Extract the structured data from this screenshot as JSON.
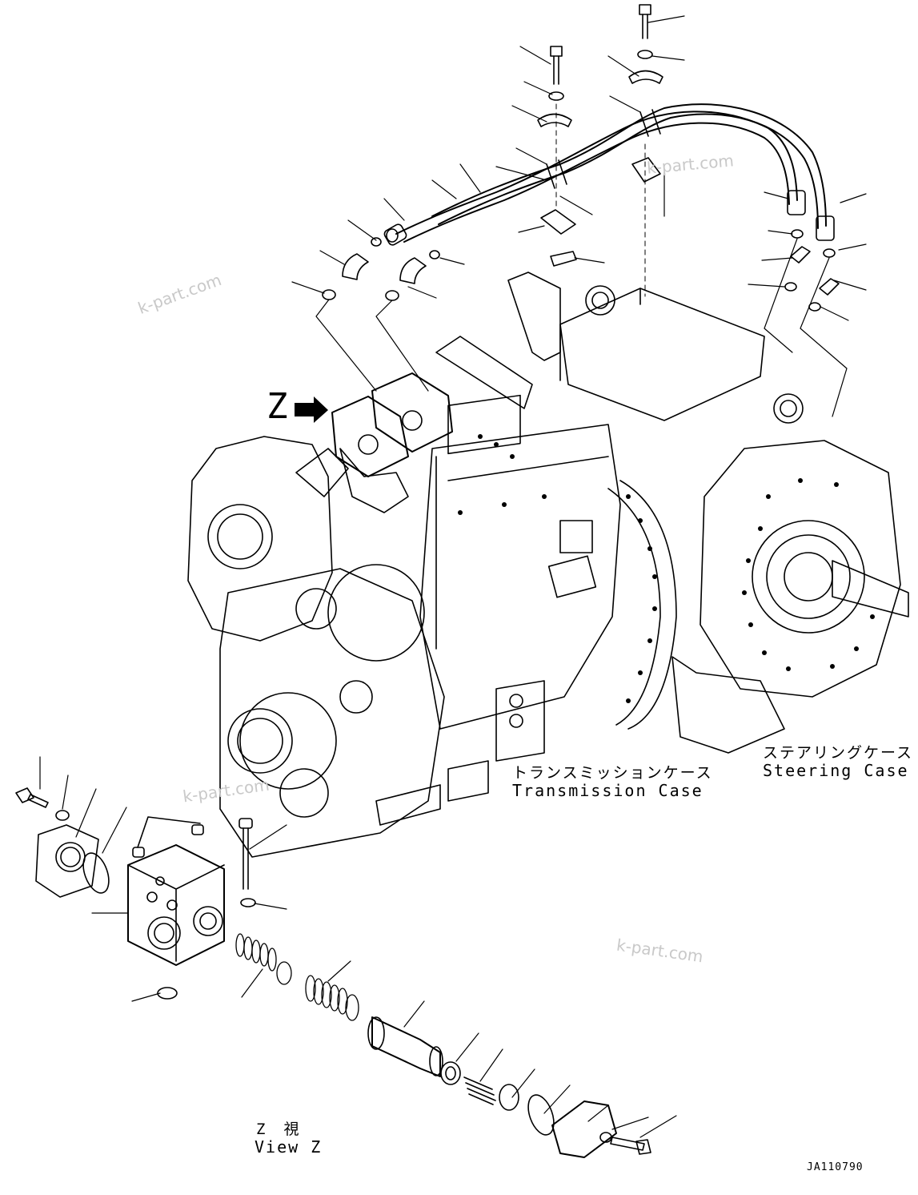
{
  "labels": {
    "transmission_case_jp": "トランスミッションケース",
    "transmission_case_en": "Transmission Case",
    "steering_case_jp": "ステアリングケース",
    "steering_case_en": "Steering Case",
    "view_z_jp": "Z　視",
    "view_z_en": "View Z",
    "z_marker": "Z",
    "drawing_code": "JA110790"
  },
  "watermarks": [
    "k-part.com",
    "k-part.com",
    "k-part.com",
    "k-part.com"
  ]
}
